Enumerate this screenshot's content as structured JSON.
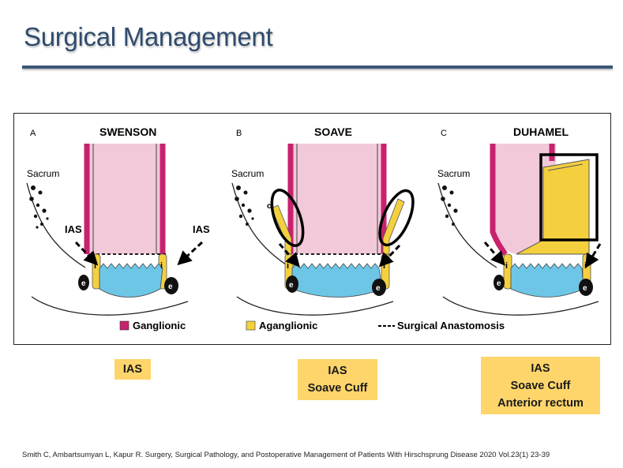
{
  "slide": {
    "title": "Surgical Management",
    "citation": "Smith C, Ambartsumyan L, Kapur R.  Surgery, Surgical Pathology, and Postoperative Management of Patients With Hirschsprung Disease 2020 Vol.23(1) 23-39"
  },
  "figure": {
    "panels": [
      {
        "letter": "A",
        "name": "SWENSON",
        "sacrum": "Sacrum"
      },
      {
        "letter": "B",
        "name": "SOAVE",
        "sacrum": "Sacrum"
      },
      {
        "letter": "C",
        "name": "DUHAMEL",
        "sacrum": "Sacrum"
      }
    ],
    "ias_label": "IAS",
    "marker_i": "i",
    "marker_e": "e",
    "marker_c": "c",
    "legend": {
      "ganglionic": "Ganglionic",
      "aganglionic": "Aganglionic",
      "anastomosis": "Surgical Anastomosis"
    },
    "colors": {
      "ganglionic": "#c8226e",
      "aganglionic": "#f4d03f",
      "lumen": "#f2c9d9",
      "mucosa": "#6ec6e6",
      "box_fill": "#fdd56b"
    }
  },
  "boxes": [
    {
      "lines": [
        "IAS"
      ]
    },
    {
      "lines": [
        "IAS",
        "Soave Cuff"
      ]
    },
    {
      "lines": [
        "IAS",
        "Soave Cuff",
        "Anterior rectum"
      ]
    }
  ]
}
